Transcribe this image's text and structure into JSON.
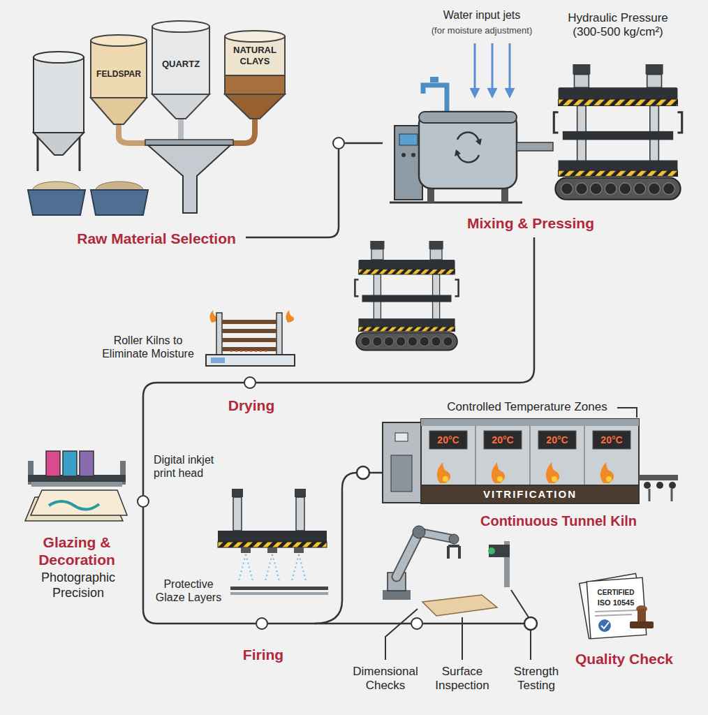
{
  "diagram": {
    "nodes": [
      {
        "text": [
          "Raw Material Selection"
        ]
      },
      {
        "text": [
          "Mixing & Pressing"
        ]
      },
      {
        "text": [
          "Drying"
        ]
      },
      {
        "text": [
          "Glazing & Decoration",
          "Photographic Precision"
        ]
      },
      {
        "text": [
          "Firing"
        ]
      },
      {
        "text": [
          "Quality Check"
        ]
      }
    ],
    "edges": [
      {
        "from": 0,
        "to": 1,
        "arrow": "none"
      },
      {
        "from": 1,
        "to": 2,
        "arrow": "none"
      },
      {
        "from": 2,
        "to": 3,
        "arrow": "none"
      },
      {
        "from": 3,
        "to": 4,
        "arrow": "none"
      },
      {
        "from": 4,
        "to": 5,
        "arrow": "none"
      }
    ],
    "labels": [
      "FELDSPAR",
      "QUARTZ",
      "NATURAL CLAYS",
      "Water input jets",
      "(for moisture adjustment)",
      "Hydraulic Pressure (300-500 kg/cm²)",
      "Roller Kilns to Eliminate Moisture",
      "Digital inkjet print head",
      "Protective Glaze Layers",
      "Controlled Temperature Zones",
      "20°C",
      "20°C",
      "20°C",
      "20°C",
      "VITRIFICATION",
      "Continuous Tunnel Kiln",
      "Dimensional Checks",
      "Surface Inspection",
      "Strength Testing",
      "CERTIFIED",
      "ISO 10545"
    ]
  }
}
